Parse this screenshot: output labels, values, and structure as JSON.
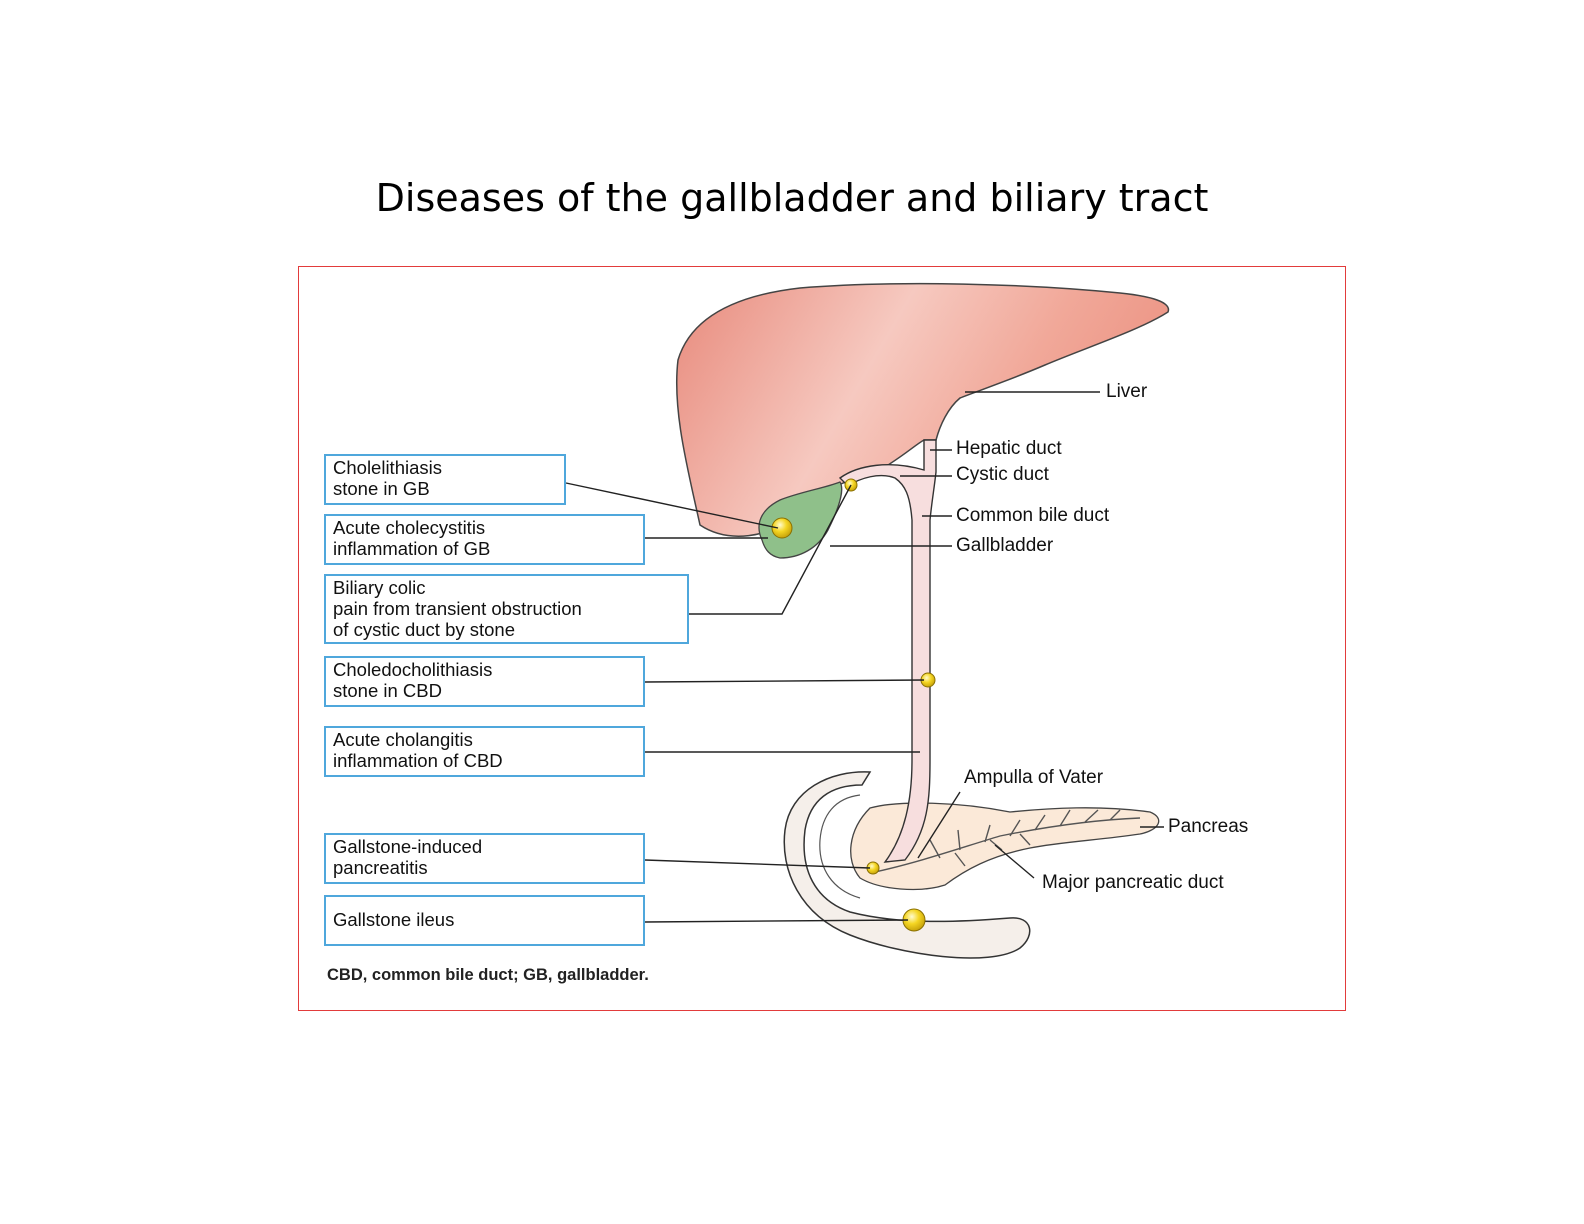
{
  "title": "Diseases of the gallbladder and biliary tract",
  "anatomy_labels": {
    "liver": "Liver",
    "hepatic_duct": "Hepatic duct",
    "cystic_duct": "Cystic duct",
    "common_bile_duct": "Common bile duct",
    "gallbladder": "Gallbladder",
    "ampulla": "Ampulla of Vater",
    "pancreas": "Pancreas",
    "pancreatic_duct": "Major pancreatic duct"
  },
  "conditions": [
    {
      "name": "Cholelithiasis",
      "desc": "stone in GB",
      "desc2": ""
    },
    {
      "name": "Acute cholecystitis",
      "desc": "inflammation of GB",
      "desc2": ""
    },
    {
      "name": "Biliary colic",
      "desc": "pain from transient obstruction",
      "desc2": "of cystic duct by stone"
    },
    {
      "name": "Choledocholithiasis",
      "desc": "stone in CBD",
      "desc2": ""
    },
    {
      "name": "Acute cholangitis",
      "desc": "inflammation of CBD",
      "desc2": ""
    },
    {
      "name": "Gallstone-induced",
      "desc": "pancreatitis",
      "desc2": ""
    },
    {
      "name": "Gallstone ileus",
      "desc": "",
      "desc2": ""
    }
  ],
  "footnote": "CBD, common bile duct; GB, gallbladder.",
  "colors": {
    "liver": "#f0a090",
    "gallbladder": "#8fc08a",
    "duct": "#f7dede",
    "stone": "#f2d21b",
    "box_border": "#4fa7dc",
    "frame_border": "#e23b3b",
    "pancreas": "#fbe9d8"
  }
}
